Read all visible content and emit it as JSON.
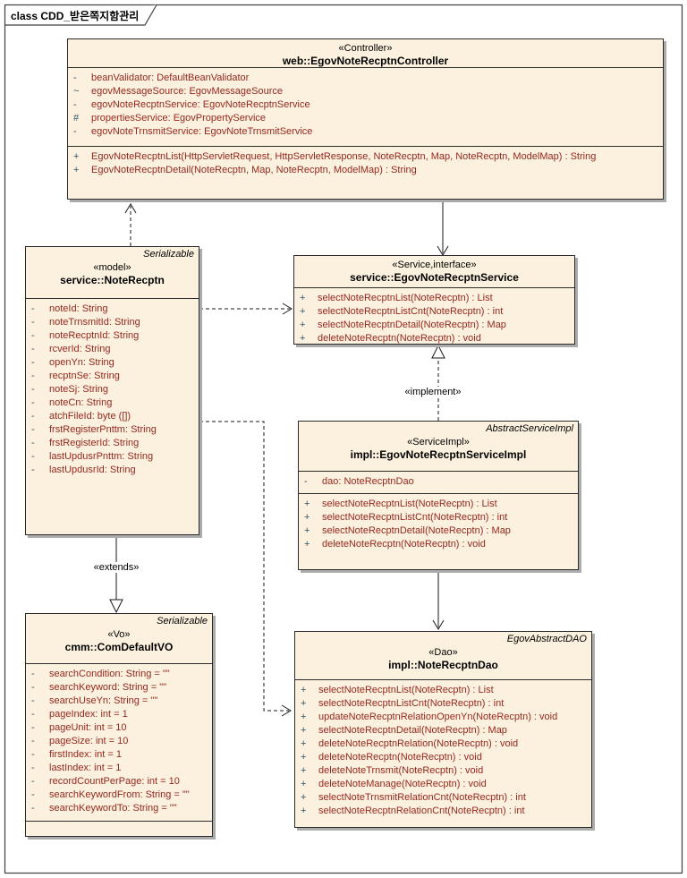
{
  "diagram": {
    "frame_label": "class CDD_받은쪽지함관리"
  },
  "connectors": {
    "implement_label": "«implement»",
    "extends_label": "«extends»"
  },
  "colors": {
    "box_fill": "#FBF1DE",
    "box_border": "#2B2B2B",
    "member_text": "#96271F",
    "marker": "#2E576E",
    "shadow": "#ABABAB",
    "frame_border": "#3F3F3F",
    "label_text": "#000000"
  },
  "classes": [
    {
      "id": "controller",
      "stereotype": "«Controller»",
      "name": "web::EgovNoteRecptnController",
      "attributes": [
        {
          "vis": "-",
          "text": "beanValidator: DefaultBeanValidator"
        },
        {
          "vis": "~",
          "text": "egovMessageSource: EgovMessageSource"
        },
        {
          "vis": "-",
          "text": "egovNoteRecptnService: EgovNoteRecptnService"
        },
        {
          "vis": "#",
          "text": "propertiesService: EgovPropertyService"
        },
        {
          "vis": "-",
          "text": "egovNoteTrnsmitService: EgovNoteTrnsmitService"
        }
      ],
      "operations": [
        {
          "vis": "+",
          "text": "EgovNoteRecptnList(HttpServletRequest, HttpServletResponse, NoteRecptn, Map, NoteRecptn, ModelMap) : String"
        },
        {
          "vis": "+",
          "text": "EgovNoteRecptnDetail(NoteRecptn, Map, NoteRecptn, ModelMap) : String"
        }
      ]
    },
    {
      "id": "model",
      "classifier": "Serializable",
      "stereotype": "«model»",
      "name": "service::NoteRecptn",
      "attributes": [
        {
          "vis": "-",
          "text": "noteId: String"
        },
        {
          "vis": "-",
          "text": "noteTrnsmitId: String"
        },
        {
          "vis": "-",
          "text": "noteRecptnId: String"
        },
        {
          "vis": "-",
          "text": "rcverId: String"
        },
        {
          "vis": "-",
          "text": "openYn: String"
        },
        {
          "vis": "-",
          "text": "recptnSe: String"
        },
        {
          "vis": "-",
          "text": "noteSj: String"
        },
        {
          "vis": "-",
          "text": "noteCn: String"
        },
        {
          "vis": "-",
          "text": "atchFileId: byte ([])"
        },
        {
          "vis": "-",
          "text": "frstRegisterPnttm: String"
        },
        {
          "vis": "-",
          "text": "frstRegisterId: String"
        },
        {
          "vis": "-",
          "text": "lastUpdusrPnttm: String"
        },
        {
          "vis": "-",
          "text": "lastUpdusrId: String"
        }
      ],
      "operations": []
    },
    {
      "id": "service",
      "stereotype": "«Service,interface»",
      "name": "service::EgovNoteRecptnService",
      "attributes": [],
      "operations": [
        {
          "vis": "+",
          "text": "selectNoteRecptnList(NoteRecptn) : List"
        },
        {
          "vis": "+",
          "text": "selectNoteRecptnListCnt(NoteRecptn) : int"
        },
        {
          "vis": "+",
          "text": "selectNoteRecptnDetail(NoteRecptn) : Map"
        },
        {
          "vis": "+",
          "text": "deleteNoteRecptn(NoteRecptn) : void"
        }
      ]
    },
    {
      "id": "serviceimpl",
      "classifier": "AbstractServiceImpl",
      "stereotype": "«ServiceImpl»",
      "name": "impl::EgovNoteRecptnServiceImpl",
      "attributes": [
        {
          "vis": "-",
          "text": "dao: NoteRecptnDao"
        }
      ],
      "operations": [
        {
          "vis": "+",
          "text": "selectNoteRecptnList(NoteRecptn) : List"
        },
        {
          "vis": "+",
          "text": "selectNoteRecptnListCnt(NoteRecptn) : int"
        },
        {
          "vis": "+",
          "text": "selectNoteRecptnDetail(NoteRecptn) : Map"
        },
        {
          "vis": "+",
          "text": "deleteNoteRecptn(NoteRecptn) : void"
        }
      ]
    },
    {
      "id": "vo",
      "classifier": "Serializable",
      "stereotype": "«Vo»",
      "name": "cmm::ComDefaultVO",
      "attributes": [
        {
          "vis": "-",
          "text": "searchCondition: String = \"\""
        },
        {
          "vis": "-",
          "text": "searchKeyword: String = \"\""
        },
        {
          "vis": "-",
          "text": "searchUseYn: String = \"\""
        },
        {
          "vis": "-",
          "text": "pageIndex: int = 1"
        },
        {
          "vis": "-",
          "text": "pageUnit: int = 10"
        },
        {
          "vis": "-",
          "text": "pageSize: int = 10"
        },
        {
          "vis": "-",
          "text": "firstIndex: int = 1"
        },
        {
          "vis": "-",
          "text": "lastIndex: int = 1"
        },
        {
          "vis": "-",
          "text": "recordCountPerPage: int = 10"
        },
        {
          "vis": "-",
          "text": "searchKeywordFrom: String = \"\""
        },
        {
          "vis": "-",
          "text": "searchKeywordTo: String = \"\""
        }
      ],
      "operations": []
    },
    {
      "id": "dao",
      "classifier": "EgovAbstractDAO",
      "stereotype": "«Dao»",
      "name": "impl::NoteRecptnDao",
      "attributes": [],
      "operations": [
        {
          "vis": "+",
          "text": "selectNoteRecptnList(NoteRecptn) : List"
        },
        {
          "vis": "+",
          "text": "selectNoteRecptnListCnt(NoteRecptn) : int"
        },
        {
          "vis": "+",
          "text": "updateNoteRecptnRelationOpenYn(NoteRecptn) : void"
        },
        {
          "vis": "+",
          "text": "selectNoteRecptnDetail(NoteRecptn) : Map"
        },
        {
          "vis": "+",
          "text": "deleteNoteRecptnRelation(NoteRecptn) : void"
        },
        {
          "vis": "+",
          "text": "deleteNoteRecptn(NoteRecptn) : void"
        },
        {
          "vis": "+",
          "text": "deleteNoteTrnsmit(NoteRecptn) : void"
        },
        {
          "vis": "+",
          "text": "deleteNoteManage(NoteRecptn) : void"
        },
        {
          "vis": "+",
          "text": "selectNoteTrnsmitRelationCnt(NoteRecptn) : int"
        },
        {
          "vis": "+",
          "text": "selectNoteRecptnRelationCnt(NoteRecptn) : int"
        }
      ]
    }
  ]
}
